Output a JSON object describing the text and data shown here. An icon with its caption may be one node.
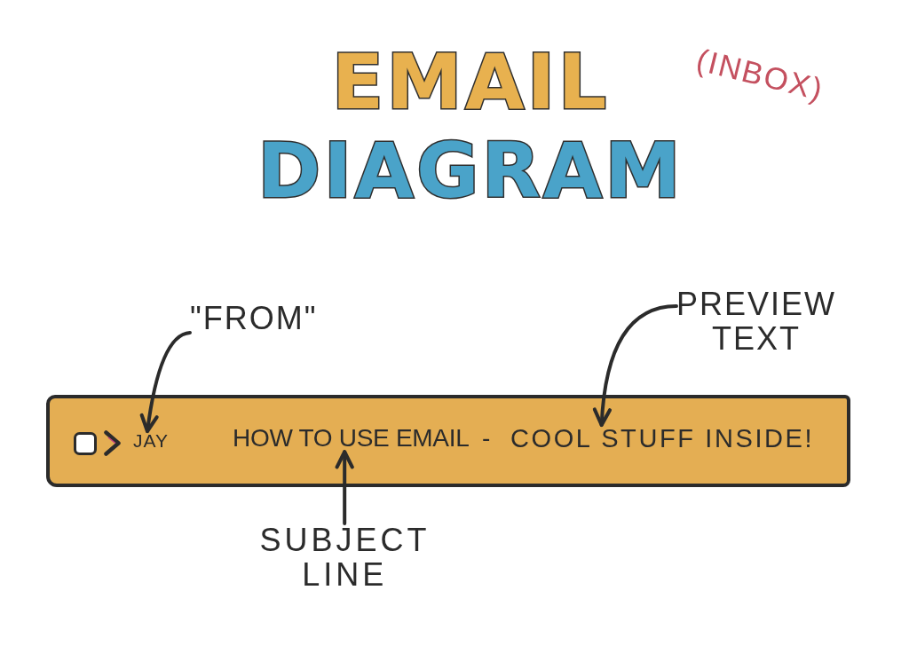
{
  "diagram": {
    "title": "EMAIL DIAGRAM",
    "nodes": [
      {
        "text": [
          "\"FROM\""
        ]
      },
      {
        "text": [
          "PREVIEW TEXT"
        ]
      },
      {
        "text": [],
        "shape": "bar"
      },
      {
        "text": [
          "JAY"
        ],
        "in": 2
      },
      {
        "text": [
          "HOW TO USE EMAIL"
        ],
        "in": 2
      },
      {
        "text": [
          "COOL STUFF INSIDE!"
        ],
        "in": 2
      },
      {
        "text": [
          "SUBJECT LINE"
        ]
      }
    ],
    "edges": [
      {
        "from": 0,
        "to": 3,
        "arrow": "to"
      },
      {
        "from": 1,
        "to": 5,
        "arrow": "to"
      },
      {
        "from": 6,
        "to": 4,
        "arrow": "to"
      }
    ],
    "labels": [
      "(INBOX)",
      "-"
    ]
  }
}
